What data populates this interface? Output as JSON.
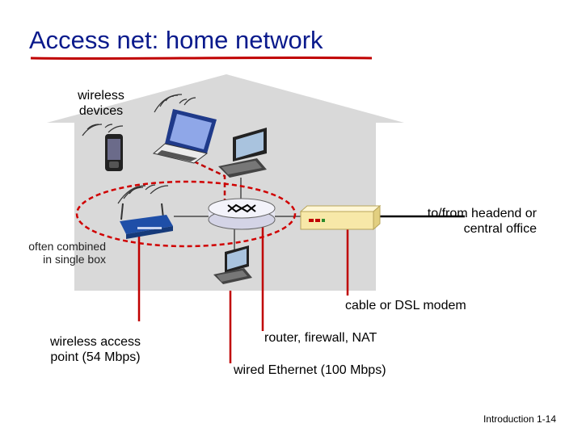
{
  "slide": {
    "title": "Access net: home network",
    "footer": "Introduction 1-14"
  },
  "labels": {
    "wireless_devices": [
      "wireless",
      "devices"
    ],
    "headend": [
      "to/from headend or",
      "central office"
    ],
    "often_combined": [
      "often combined",
      "in single box"
    ],
    "modem": "cable or DSL modem",
    "access_point": [
      "wireless access",
      "point (54 Mbps)"
    ],
    "router": "router, firewall, NAT",
    "ethernet": "wired Ethernet (100 Mbps)"
  },
  "colors": {
    "title": "#0a1a8c",
    "house": "#d9d9d9",
    "accent_red": "#c00000",
    "dashed_ellipse": "#d00000"
  },
  "icons": [
    "smartphone-icon",
    "laptop-icon",
    "desktop-computer-icon",
    "wireless-router-icon",
    "router-icon",
    "modem-icon",
    "desktop-computer-icon"
  ]
}
